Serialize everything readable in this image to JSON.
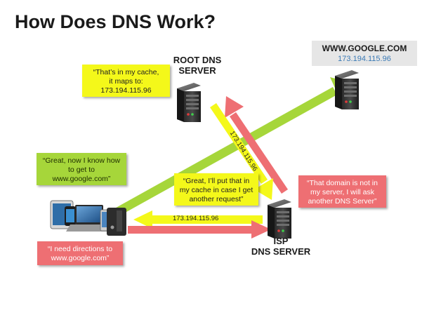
{
  "title": "How Does DNS Work?",
  "root_server": {
    "line1": "ROOT DNS",
    "line2": "SERVER"
  },
  "isp_server": {
    "line1": "ISP",
    "line2": "DNS SERVER"
  },
  "google": {
    "name": "WWW.GOOGLE.COM",
    "ip": "173.194.115.96"
  },
  "callouts": {
    "root_cache": [
      "“That’s in my cache,",
      "it maps to:",
      "173.194.115.96"
    ],
    "know_how": [
      "“Great, now I know how",
      "to get to",
      "www.google.com”"
    ],
    "isp_cache": [
      "“Great, I’ll put that in",
      "my cache in case I get",
      "another request”"
    ],
    "not_in_server": [
      "“That domain is not in",
      "my server, I will ask",
      "another DNS Server”"
    ],
    "need_directions": [
      "“I need directions to",
      "www.google.com”"
    ]
  },
  "arrow_labels": {
    "isp_to_client_ip": "173.194.115.96",
    "root_to_isp_ip": "173.194.115.96"
  },
  "colors": {
    "yellow": "#f4f81a",
    "green": "#a6d63a",
    "red": "#ee6f73",
    "blue_ip": "#3b7ab5"
  },
  "icons": [
    "server-icon",
    "tablet-icon",
    "phone-icon",
    "laptop-icon",
    "monitor-icon",
    "game-console-icon"
  ]
}
